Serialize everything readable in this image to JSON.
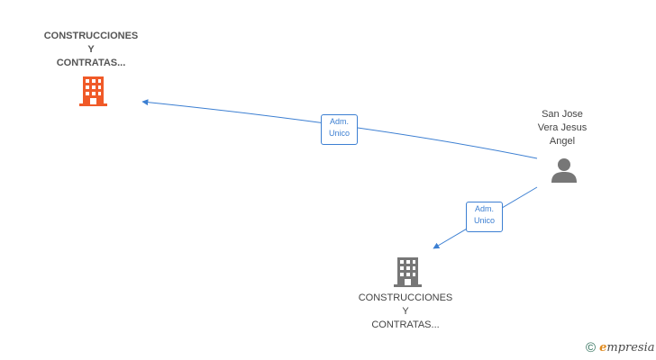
{
  "nodes": {
    "company_top": {
      "lines": [
        "CONSTRUCCIONES",
        "Y",
        "CONTRATAS..."
      ],
      "icon": "building-icon",
      "color": "#f05a28"
    },
    "person": {
      "lines": [
        "San Jose",
        "Vera Jesus",
        "Angel"
      ],
      "icon": "person-icon",
      "color": "#777777"
    },
    "company_bottom": {
      "lines": [
        "CONSTRUCCIONES",
        "Y",
        "CONTRATAS..."
      ],
      "icon": "building-icon",
      "color": "#777777"
    }
  },
  "edges": {
    "edge1": {
      "lines": [
        "Adm.",
        "Unico"
      ]
    },
    "edge2": {
      "lines": [
        "Adm.",
        "Unico"
      ]
    },
    "color": "#3c7fd2"
  },
  "brand": {
    "symbol": "©",
    "initial": "e",
    "rest": "mpresia"
  }
}
